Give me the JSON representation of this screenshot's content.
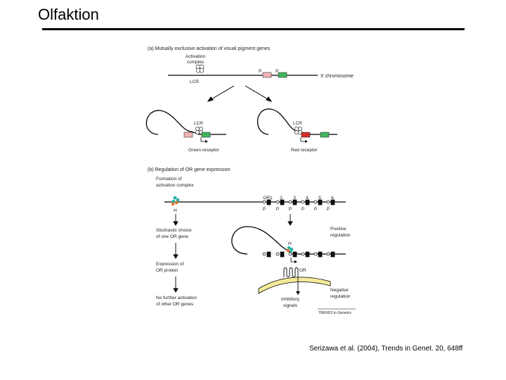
{
  "slide": {
    "title": "Olfaktion",
    "citation": "Serizawa et al. (2004), Trends in Genet. 20, 648ff"
  },
  "panel_a": {
    "heading": "(a) Mutually exclusive activation of visual pigment genes",
    "activation_label_1": "Activation",
    "activation_label_2": "complex",
    "lcr": "LCR",
    "promoter": "P",
    "chromosome": "X chromosome",
    "green_receptor": "Green receptor",
    "red_receptor": "Red receptor"
  },
  "panel_b": {
    "heading": "(b) Regulation of OR gene expression",
    "formation_1": "Formation of",
    "formation_2": "activation complex",
    "h": "H",
    "or_labels": [
      "OR1",
      "2",
      "3",
      "4",
      "5",
      "6"
    ],
    "promoter": "P",
    "step2_1": "Stochastic choice",
    "step2_2": "of one OR gene",
    "step3_1": "Expression of",
    "step3_2": "OR protein",
    "step4_1": "No further activation",
    "step4_2": "of other OR genes",
    "positive_1": "Positive",
    "positive_2": "regulation",
    "or": "OR",
    "inhibitory_1": "Inhibitory",
    "inhibitory_2": "signals",
    "negative_1": "Negative",
    "negative_2": "regulation",
    "journal_mark": "TRENDS in Genetics"
  },
  "colors": {
    "pink_gene": "#f2b4b4",
    "green_gene": "#3fb55a",
    "red_gene": "#d42a2a",
    "membrane_fill": "#f3ea9a",
    "complex_teal": "#2bb3a4",
    "complex_orange": "#e0752a"
  }
}
